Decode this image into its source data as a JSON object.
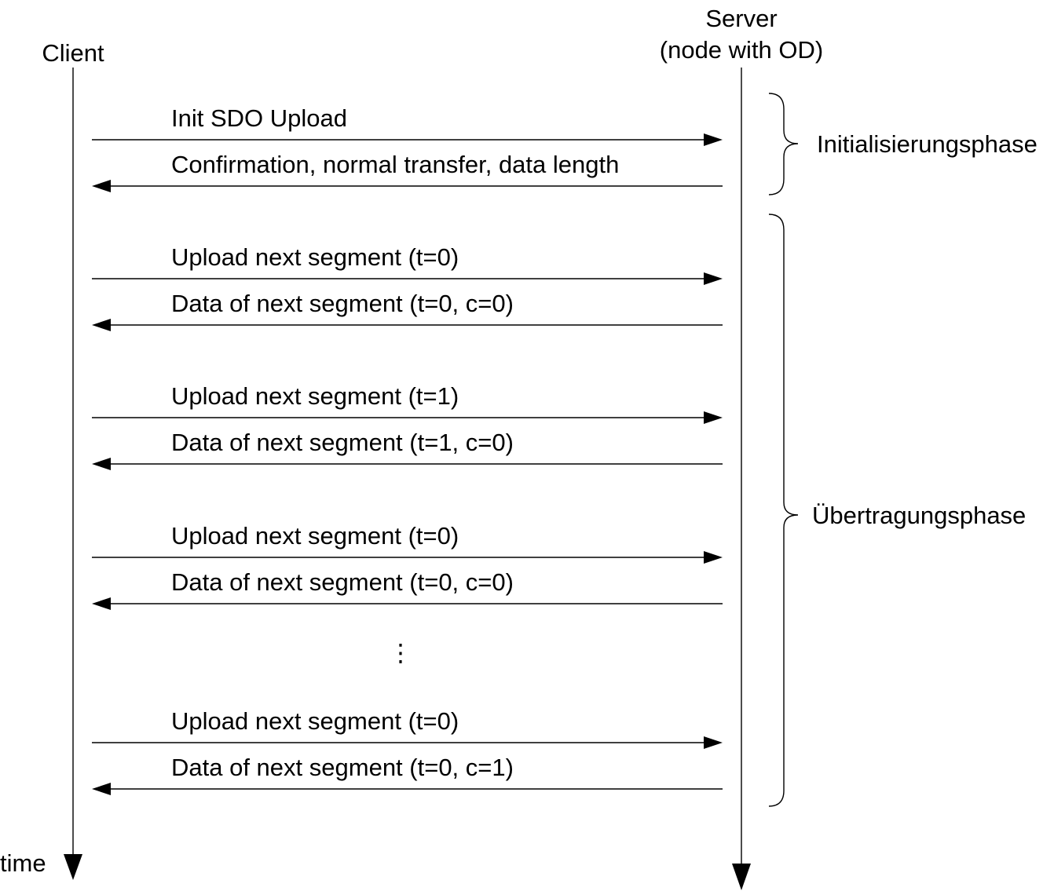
{
  "participants": {
    "client": "Client",
    "server_line1": "Server",
    "server_line2": "(node with OD)"
  },
  "time_label": "time",
  "messages": [
    {
      "label": "Init SDO Upload",
      "direction": "client-to-server"
    },
    {
      "label": "Confirmation, normal transfer, data length",
      "direction": "server-to-client"
    },
    {
      "label": "Upload next segment (t=0)",
      "direction": "client-to-server"
    },
    {
      "label": "Data of next segment (t=0, c=0)",
      "direction": "server-to-client"
    },
    {
      "label": "Upload next segment (t=1)",
      "direction": "client-to-server"
    },
    {
      "label": "Data of next segment (t=1, c=0)",
      "direction": "server-to-client"
    },
    {
      "label": "Upload next segment (t=0)",
      "direction": "client-to-server"
    },
    {
      "label": "Data of next segment (t=0, c=0)",
      "direction": "server-to-client"
    },
    {
      "label": "Upload next segment (t=0)",
      "direction": "client-to-server"
    },
    {
      "label": "Data of next segment (t=0, c=1)",
      "direction": "server-to-client"
    }
  ],
  "ellipsis": "⋮",
  "phases": [
    {
      "label": "Initialisierungsphase"
    },
    {
      "label": "Übertragungsphase"
    }
  ]
}
